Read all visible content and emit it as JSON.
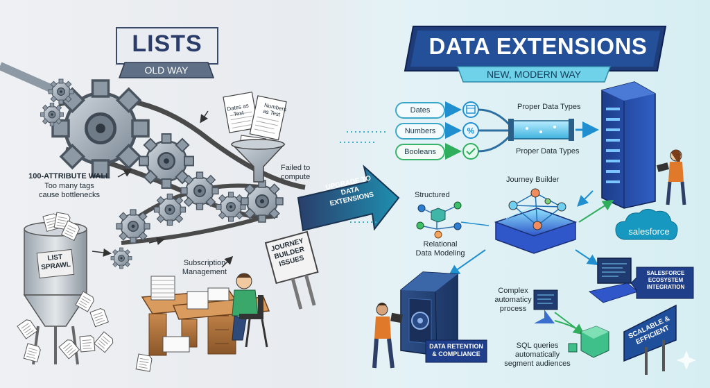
{
  "left": {
    "title": "LISTS",
    "subtitle": "OLD WAY",
    "wall_title": "100-ATTRIBUTE WALL",
    "wall_desc_1": "Too many tags",
    "wall_desc_2": "cause bottlenecks",
    "paper_dates_1": "Dates as",
    "paper_dates_2": "Text",
    "paper_numbers_1": "Numbers",
    "paper_numbers_2": "as Test",
    "failed_1": "Failed to",
    "failed_2": "compute",
    "sprawl_1": "LIST",
    "sprawl_2": "SPRAWL",
    "subscription_1": "Subscription",
    "subscription_2": "Management",
    "journey_1": "JOURNEY",
    "journey_2": "BUILDER",
    "journey_3": "ISSUES"
  },
  "arrow": {
    "line1": "UPGRADE TO",
    "line2": "DATA",
    "line3": "EXTENSIONS"
  },
  "right": {
    "title": "DATA EXTENSIONS",
    "subtitle": "NEW, MODERN WAY",
    "pill_dates": "Dates",
    "pill_numbers": "Numbers",
    "pill_booleans": "Booleans",
    "proper_top": "Proper Data Types",
    "proper_bottom": "Proper Data Types",
    "journey_builder": "Journey Builder",
    "structured": "Structured",
    "relational_1": "Relational",
    "relational_2": "Data Modeling",
    "salesforce_logo": "salesforce",
    "ecosystem_1": "SALESFORCE",
    "ecosystem_2": "ECOSYSTEM",
    "ecosystem_3": "INTEGRATION",
    "complex_1": "Complex",
    "complex_2": "automaticy",
    "complex_3": "process",
    "retention_1": "DATA RETENTION",
    "retention_2": "& COMPLIANCE",
    "sql_1": "SQL queries",
    "sql_2": "automatically",
    "sql_3": "segment audiences",
    "scalable_1": "SCALABLE &",
    "scalable_2": "EFFICIENT"
  }
}
